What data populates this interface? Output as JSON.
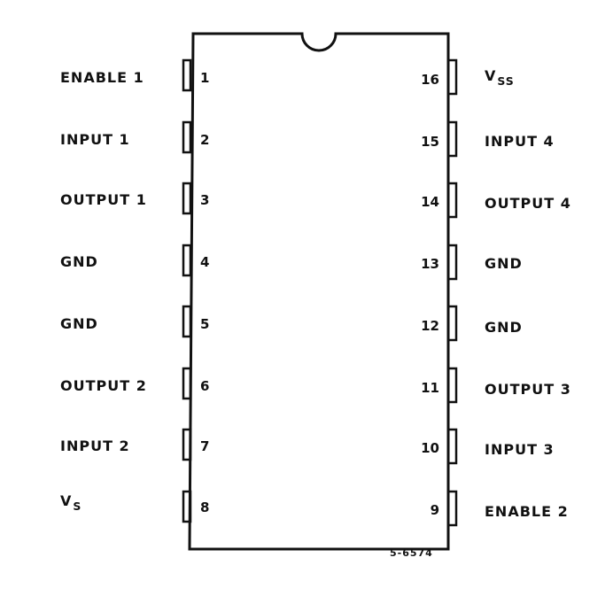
{
  "pins": {
    "left": [
      {
        "number": "1",
        "label": "ENABLE 1"
      },
      {
        "number": "2",
        "label": "INPUT 1"
      },
      {
        "number": "3",
        "label": "OUTPUT 1"
      },
      {
        "number": "4",
        "label": "GND"
      },
      {
        "number": "5",
        "label": "GND"
      },
      {
        "number": "6",
        "label": "OUTPUT 2"
      },
      {
        "number": "7",
        "label": "INPUT 2"
      },
      {
        "number": "8",
        "label": "V",
        "label_sub": "S"
      }
    ],
    "right": [
      {
        "number": "16",
        "label": "V",
        "label_sub": "SS"
      },
      {
        "number": "15",
        "label": "INPUT 4"
      },
      {
        "number": "14",
        "label": "OUTPUT 4"
      },
      {
        "number": "13",
        "label": "GND"
      },
      {
        "number": "12",
        "label": "GND"
      },
      {
        "number": "11",
        "label": "OUTPUT 3"
      },
      {
        "number": "10",
        "label": "INPUT 3"
      },
      {
        "number": "9",
        "label": "ENABLE 2"
      }
    ]
  },
  "reference_code": "5-6574",
  "colors": {
    "line": "#111111",
    "background": "#ffffff"
  }
}
